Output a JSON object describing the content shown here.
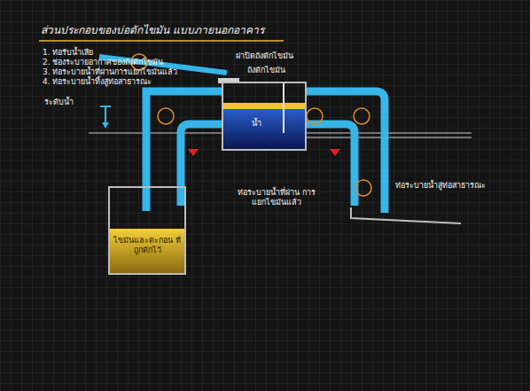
{
  "diagram": {
    "title": "ส่วนประกอบของบ่อดักไขมัน แบบภายนอกอาคาร",
    "nodes": [
      {
        "text": [
          "ถังดักไขมัน",
          "น้ำ"
        ]
      },
      {
        "text": [
          "ไขมันและตะกอน ที่ถูกดักไว้"
        ]
      }
    ],
    "edges": [
      {
        "from": 1,
        "to": 0,
        "arrow": "none"
      }
    ],
    "labels": [
      "1. ท่อรับน้ำเสีย",
      "2. ช่องระบายอากาศของถังดักไขมัน",
      "3. ท่อระบายน้ำที่ผ่านการแยกไขมันแล้ว",
      "4. ท่อระบายน้ำทิ้งสู่ท่อสาธารณะ",
      "ฝาปิดถังดักไขมัน",
      "ระดับน้ำ",
      "ท่อระบายน้ำที่ผ่าน การแยกไขมันแล้ว",
      "ท่อระบายน้ำสู่ท่อสาธารณะ"
    ]
  }
}
